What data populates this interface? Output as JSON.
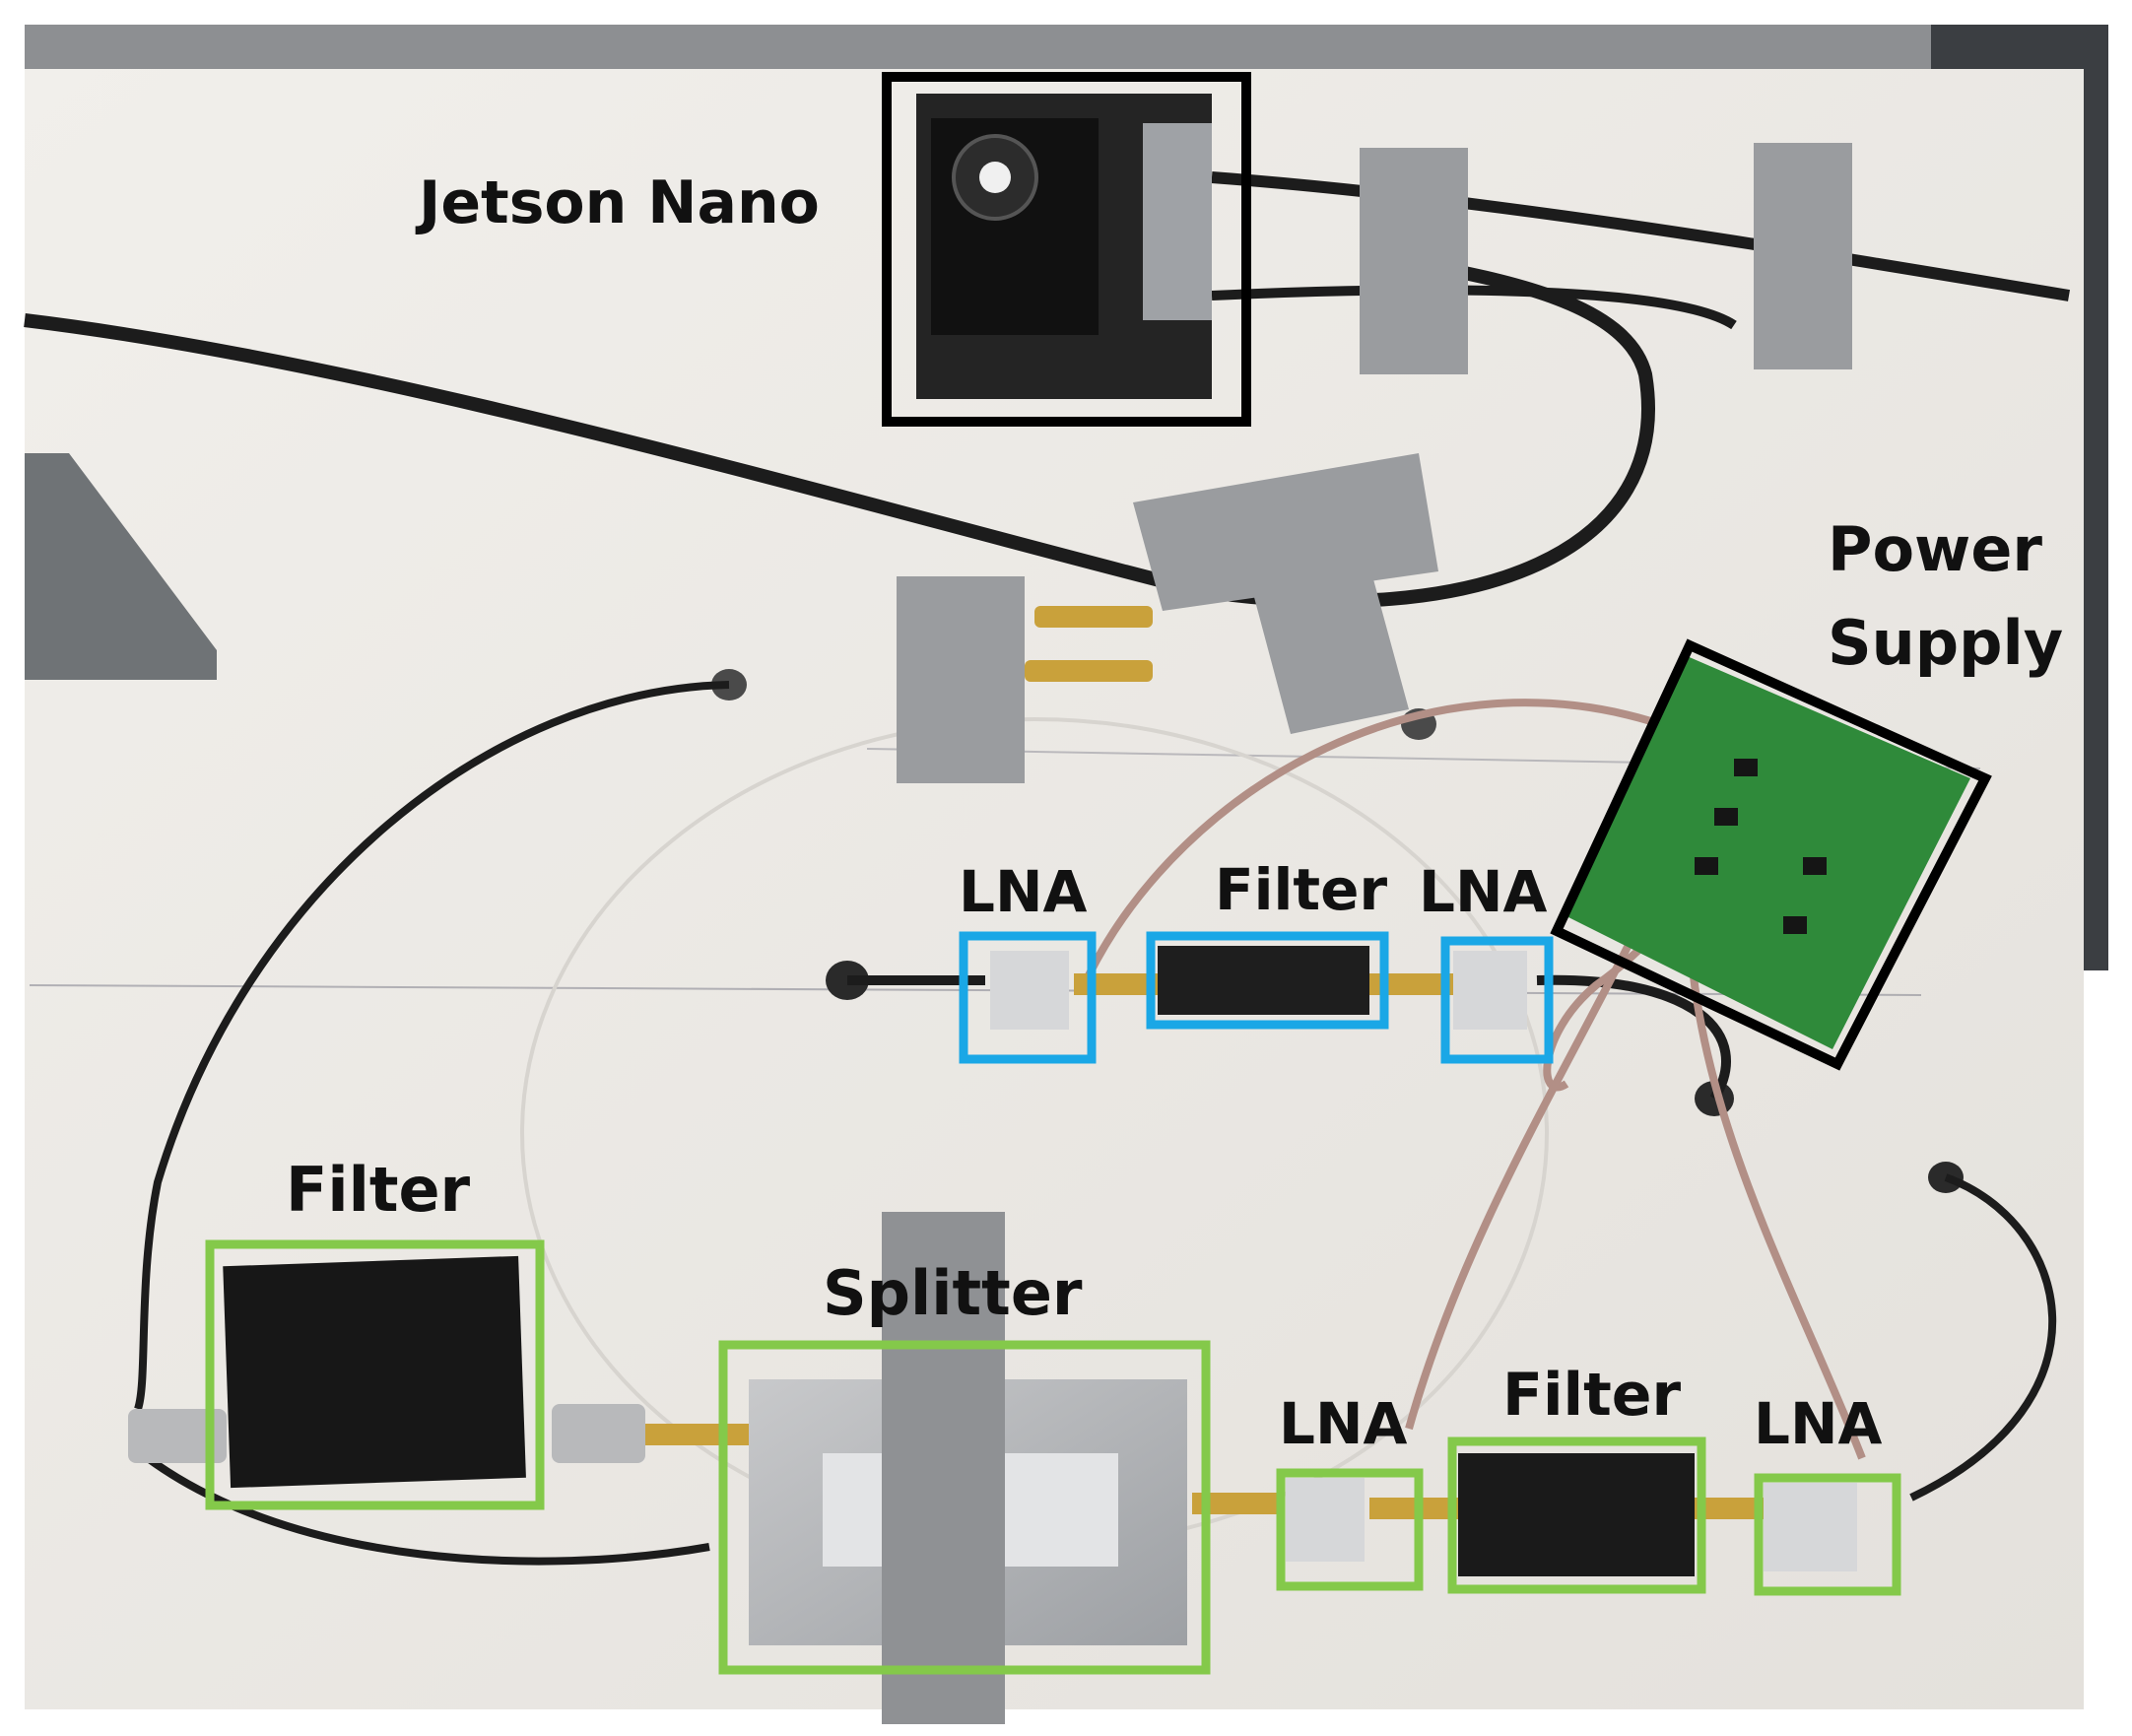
{
  "colors": {
    "board": "#e9e6e1",
    "tape": "#9a9c9f",
    "cable_black": "#1c1c1c",
    "cable_pink": "#b28f86",
    "box_black": "#000000",
    "box_blue": "#1aa7e6",
    "box_green": "#84c94a",
    "pcb": "#2f8a3a",
    "gold": "#c9a13b"
  },
  "labels": {
    "jetson": "Jetson Nano",
    "power_supply_1": "Power",
    "power_supply_2": "Supply",
    "top_lna_left": "LNA",
    "top_filter": "Filter",
    "top_lna_right": "LNA",
    "bottom_filter_left": "Filter",
    "splitter": "Splitter",
    "bottom_lna_left": "LNA",
    "bottom_filter_mid": "Filter",
    "bottom_lna_right": "LNA"
  }
}
